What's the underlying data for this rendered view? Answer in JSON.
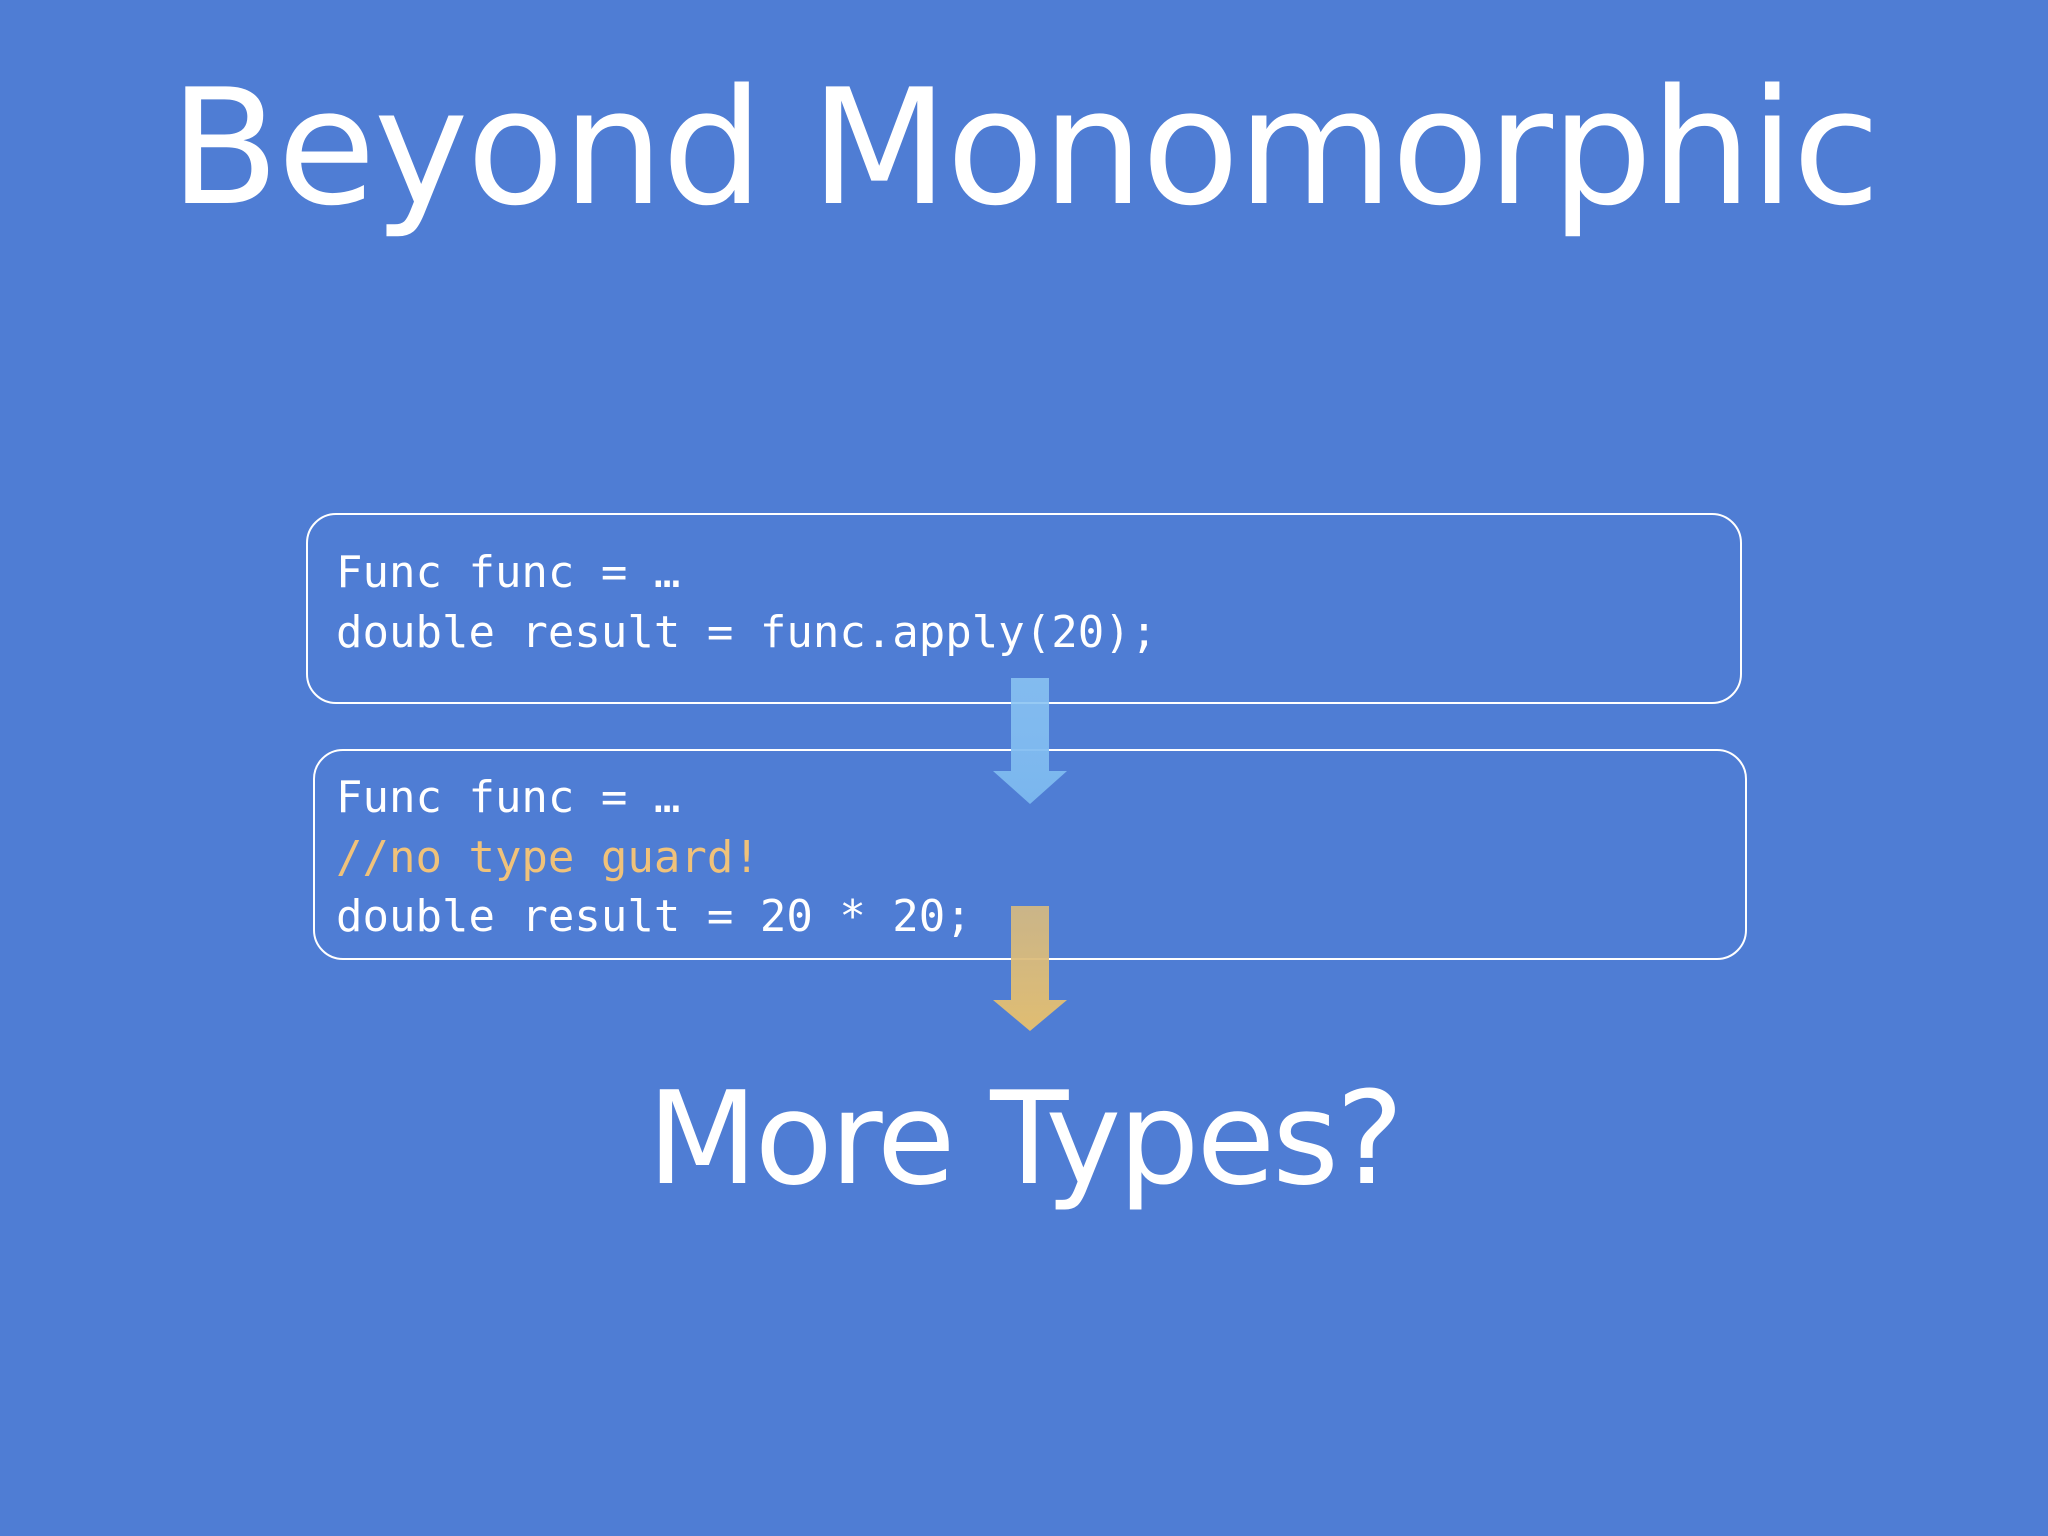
{
  "slide": {
    "title": "Beyond Monomorphic",
    "subtitle": "More Types?"
  },
  "code_block_1": {
    "lines": [
      "Func func = …",
      "double result = func.apply(20);"
    ]
  },
  "code_block_2": {
    "lines": [
      "Func func = …",
      "//no type guard!",
      "double result = 20 * 20;"
    ]
  },
  "colors": {
    "background": "#4f7dd4",
    "text": "#ffffff",
    "comment": "#f0c27a",
    "arrow_blue": "#7fbbf0",
    "arrow_gold": "#dcbc7a"
  }
}
